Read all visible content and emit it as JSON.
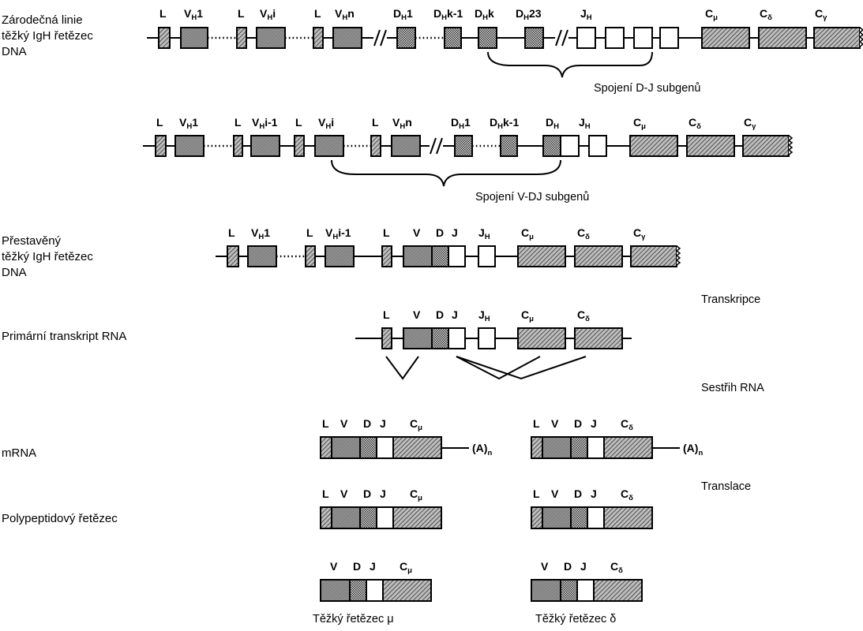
{
  "side_labels": [
    [
      "Zárodečná linie",
      "těžký IgH řetězec",
      "DNA"
    ],
    [
      "Přestavěný",
      "těžký IgH řetězec",
      "DNA"
    ],
    [
      "Primární transkript RNA"
    ],
    [
      "mRNA"
    ],
    [
      "Polypeptidový řetězec"
    ]
  ],
  "step_labels": {
    "dj_join": "Spojení D-J subgenů",
    "vdj_join": "Spojení V-DJ subgenů",
    "transcription": "Transkripce",
    "splicing": "Sestřih RNA",
    "translation": "Translace"
  },
  "chain_captions": {
    "mu": "Těžký řetězec μ",
    "delta": "Těžký řetězec δ"
  },
  "poly_a": {
    "main": "(A)",
    "sub": "n"
  },
  "segment_labels": {
    "row1": [
      [
        "L",
        ""
      ],
      [
        "V",
        "H",
        "1"
      ],
      [
        "L",
        ""
      ],
      [
        "V",
        "H",
        "i"
      ],
      [
        "L",
        ""
      ],
      [
        "V",
        "H",
        "n"
      ],
      [
        "D",
        "H",
        "1"
      ],
      [
        "D",
        "H",
        "k-1"
      ],
      [
        "D",
        "H",
        "k"
      ],
      [
        "D",
        "H",
        "23"
      ],
      [
        "J",
        "H",
        ""
      ],
      [
        "C",
        "μ",
        ""
      ],
      [
        "C",
        "δ",
        ""
      ],
      [
        "C",
        "γ",
        ""
      ]
    ],
    "row2": [
      [
        "L",
        ""
      ],
      [
        "V",
        "H",
        "1"
      ],
      [
        "L",
        ""
      ],
      [
        "V",
        "H",
        "i-1"
      ],
      [
        "L",
        ""
      ],
      [
        "V",
        "H",
        "i"
      ],
      [
        "L",
        ""
      ],
      [
        "V",
        "H",
        "n"
      ],
      [
        "D",
        "H",
        "1"
      ],
      [
        "D",
        "H",
        "k-1"
      ],
      [
        "D",
        "H",
        ""
      ],
      [
        "J",
        "H",
        ""
      ],
      [
        "C",
        "μ",
        ""
      ],
      [
        "C",
        "δ",
        ""
      ],
      [
        "C",
        "γ",
        ""
      ]
    ],
    "row3": [
      [
        "L",
        ""
      ],
      [
        "V",
        "H",
        "1"
      ],
      [
        "L",
        ""
      ],
      [
        "V",
        "H",
        "i-1"
      ],
      [
        "L",
        ""
      ],
      [
        "V",
        ""
      ],
      [
        "D",
        ""
      ],
      [
        "J",
        ""
      ],
      [
        "J",
        "H",
        ""
      ],
      [
        "C",
        "μ",
        ""
      ],
      [
        "C",
        "δ",
        ""
      ],
      [
        "C",
        "γ",
        ""
      ]
    ],
    "row4": [
      [
        "L",
        ""
      ],
      [
        "V",
        ""
      ],
      [
        "D",
        ""
      ],
      [
        "J",
        ""
      ],
      [
        "J",
        "H",
        ""
      ],
      [
        "C",
        "μ",
        ""
      ],
      [
        "C",
        "δ",
        ""
      ]
    ],
    "mrna_mu": [
      [
        "L",
        ""
      ],
      [
        "V",
        ""
      ],
      [
        "D",
        ""
      ],
      [
        "J",
        ""
      ],
      [
        "C",
        "μ",
        ""
      ]
    ],
    "mrna_delta": [
      [
        "L",
        ""
      ],
      [
        "V",
        ""
      ],
      [
        "D",
        ""
      ],
      [
        "J",
        ""
      ],
      [
        "C",
        "δ",
        ""
      ]
    ],
    "poly_mu": [
      [
        "L",
        ""
      ],
      [
        "V",
        ""
      ],
      [
        "D",
        ""
      ],
      [
        "J",
        ""
      ],
      [
        "C",
        "μ",
        ""
      ]
    ],
    "poly_delta": [
      [
        "L",
        ""
      ],
      [
        "V",
        ""
      ],
      [
        "D",
        ""
      ],
      [
        "J",
        ""
      ],
      [
        "C",
        "δ",
        ""
      ]
    ],
    "chain_mu": [
      [
        "V",
        ""
      ],
      [
        "D",
        ""
      ],
      [
        "J",
        ""
      ],
      [
        "C",
        "μ",
        ""
      ]
    ],
    "chain_delta": [
      [
        "V",
        ""
      ],
      [
        "D",
        ""
      ],
      [
        "J",
        ""
      ],
      [
        "C",
        "δ",
        ""
      ]
    ]
  }
}
